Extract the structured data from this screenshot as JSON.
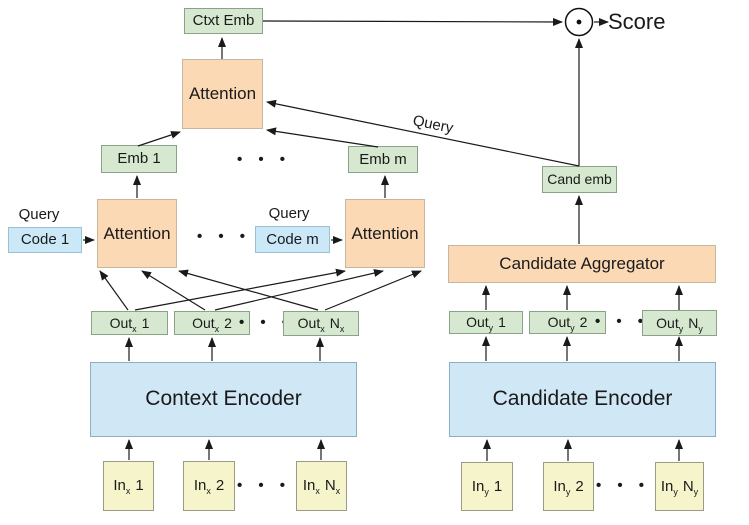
{
  "nodes": {
    "ctxt_emb": "Ctxt Emb",
    "score": "Score",
    "attention_top": "Attention",
    "emb_1": "Emb 1",
    "emb_m": "Emb m",
    "query_left": "Query",
    "query_right": "Query",
    "code_1": "Code 1",
    "code_m": "Code m",
    "attention_left": "Attention",
    "attention_right": "Attention",
    "context_encoder": "Context Encoder",
    "candidate_encoder": "Candidate Encoder",
    "candidate_aggregator": "Candidate Aggregator",
    "cand_emb": "Cand emb",
    "query_edge": "Query",
    "ellipsis": "• • •"
  },
  "tokens": {
    "out_x": [
      {
        "base": "Out",
        "base_sub": "x",
        "idx": "1",
        "idx_sub": ""
      },
      {
        "base": "Out",
        "base_sub": "x",
        "idx": "2",
        "idx_sub": ""
      },
      {
        "base": "Out",
        "base_sub": "x",
        "idx": "N",
        "idx_sub": "x"
      }
    ],
    "in_x": [
      {
        "base": "In",
        "base_sub": "x",
        "idx": "1",
        "idx_sub": ""
      },
      {
        "base": "In",
        "base_sub": "x",
        "idx": "2",
        "idx_sub": ""
      },
      {
        "base": "In",
        "base_sub": "x",
        "idx": "N",
        "idx_sub": "x"
      }
    ],
    "out_y": [
      {
        "base": "Out",
        "base_sub": "y",
        "idx": "1",
        "idx_sub": ""
      },
      {
        "base": "Out",
        "base_sub": "y",
        "idx": "2",
        "idx_sub": ""
      },
      {
        "base": "Out",
        "base_sub": "y",
        "idx": "N",
        "idx_sub": "y"
      }
    ],
    "in_y": [
      {
        "base": "In",
        "base_sub": "y",
        "idx": "1",
        "idx_sub": ""
      },
      {
        "base": "In",
        "base_sub": "y",
        "idx": "2",
        "idx_sub": ""
      },
      {
        "base": "In",
        "base_sub": "y",
        "idx": "N",
        "idx_sub": "y"
      }
    ]
  },
  "colors": {
    "embedding_green": "#d6e8cf",
    "attention_orange": "#fcd9b5",
    "encoder_blue": "#d0e7f6",
    "code_blue": "#cbe8f8",
    "input_yellow": "#f6f4cb",
    "arrow_black": "#1a1a1a"
  }
}
